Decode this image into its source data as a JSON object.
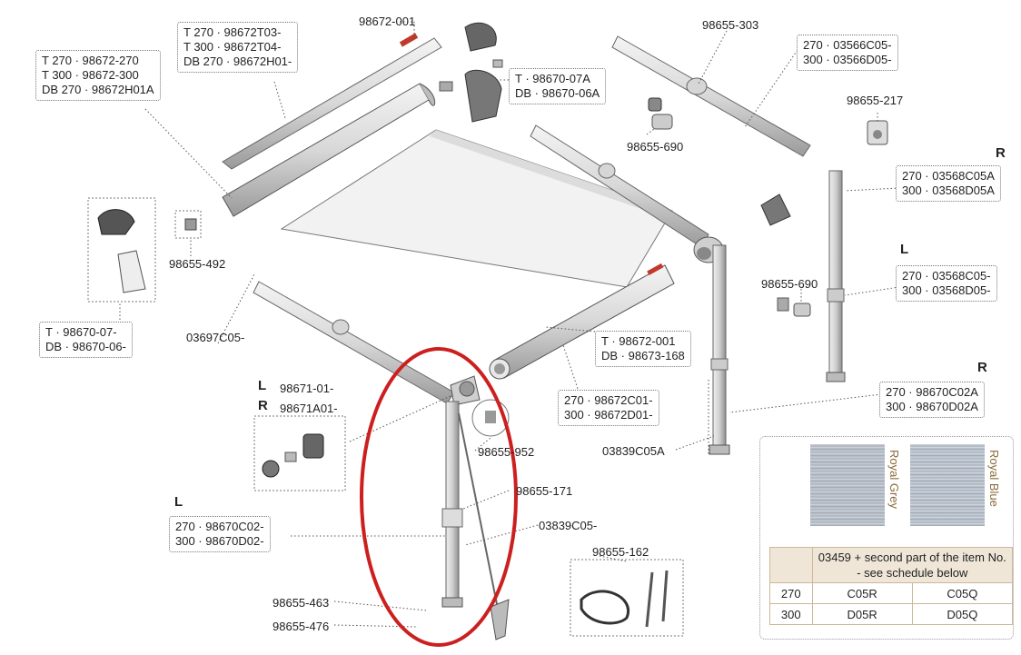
{
  "labels": {
    "p98672_001": "98672-001",
    "p98655_303": "98655-303",
    "p98655_217": "98655-217",
    "p98655_690_top": "98655-690",
    "p98655_492": "98655-492",
    "p03697": "03697C05-",
    "p98655_690_mid": "98655-690",
    "p98671_l": "98671-01-",
    "p98671_r": "98671A01-",
    "p98655_952": "98655-952",
    "p98655_171": "98655-171",
    "p03839c05": "03839C05-",
    "p03839c05a": "03839C05A",
    "p98655_162": "98655-162",
    "p98655_463": "98655-463",
    "p98655_476": "98655-476"
  },
  "boxes": {
    "lead_bar": [
      "T 270 · 98672-270",
      "T 300 · 98672-300",
      "DB 270 · 98672H01A"
    ],
    "lead_cover": [
      "T 270 · 98672T03-",
      "T 300 · 98672T04-",
      "DB 270 · 98672H01-"
    ],
    "end_cap": [
      "T · 98670-07A",
      "DB · 98670-06A"
    ],
    "rafter_top": [
      "270 · 03566C05-",
      "300 · 03566D05-"
    ],
    "leg_r_top": [
      "270 · 03568C05A",
      "300 · 03568D05A"
    ],
    "leg_l_top": [
      "270 · 03568C05-",
      "300 · 03568D05-"
    ],
    "cassette": [
      "T · 98672-001",
      "DB · 98673-168"
    ],
    "roller": [
      "270 · 98672C01-",
      "300 · 98672D01-"
    ],
    "end_cap_l": [
      "T · 98670-07-",
      "DB · 98670-06-"
    ],
    "leg_r_bottom": [
      "270 · 98670C02A",
      "300 · 98670D02A"
    ],
    "leg_l_bottom": [
      "270 · 98670C02-",
      "300 · 98670D02-"
    ]
  },
  "sides": {
    "r1": "R",
    "l1": "L",
    "r2": "R",
    "l2": "L",
    "r3": "R",
    "l3": "L"
  },
  "fabric": {
    "swatch1": "Royal Grey",
    "swatch2": "Royal Blue",
    "schedule_header": "03459 + second part of the item No. - see schedule below",
    "rows": [
      {
        "size": "270",
        "grey": "C05R",
        "blue": "C05Q"
      },
      {
        "size": "300",
        "grey": "D05R",
        "blue": "D05Q"
      }
    ]
  },
  "colors": {
    "highlight": "#cc1f1f",
    "brand_mark": "#c0392b"
  }
}
